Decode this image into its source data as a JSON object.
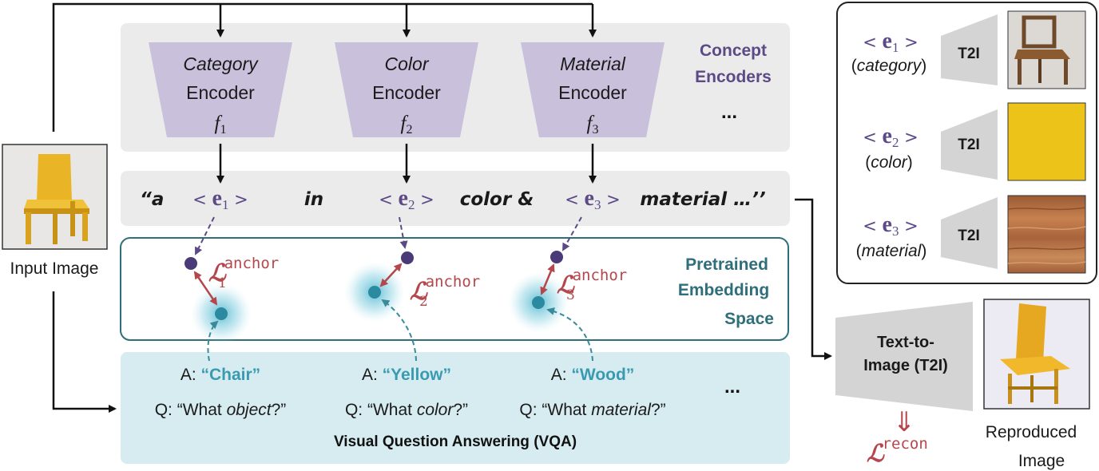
{
  "encoders": [
    {
      "name": "Category",
      "encoder_word": "Encoder",
      "symbol": "f",
      "subscript": "1"
    },
    {
      "name": "Color",
      "encoder_word": "Encoder",
      "symbol": "f",
      "subscript": "2"
    },
    {
      "name": "Material",
      "encoder_word": "Encoder",
      "symbol": "f",
      "subscript": "3"
    }
  ],
  "encoders_ellipsis": "...",
  "concept_encoders_label": [
    "Concept",
    "Encoders"
  ],
  "prompt": {
    "open_quote": "“a",
    "word_in": "in",
    "word_color": "color &",
    "word_material": "material …’’",
    "tokens": [
      {
        "left": "<",
        "e": "e",
        "sub": "1",
        "right": ">"
      },
      {
        "left": "<",
        "e": "e",
        "sub": "2",
        "right": ">"
      },
      {
        "left": "<",
        "e": "e",
        "sub": "3",
        "right": ">"
      }
    ]
  },
  "embedding_space_label": [
    "Pretrained",
    "Embedding",
    "Space"
  ],
  "anchor_losses": [
    {
      "symbol": "ℒ",
      "sub": "1",
      "sup": "anchor"
    },
    {
      "symbol": "ℒ",
      "sub": "2",
      "sup": "anchor"
    },
    {
      "symbol": "ℒ",
      "sub": "3",
      "sup": "anchor"
    }
  ],
  "vqa": {
    "answers": [
      {
        "prefix": "A: ",
        "value": "“Chair”"
      },
      {
        "prefix": "A: ",
        "value": "“Yellow”"
      },
      {
        "prefix": "A: ",
        "value": "“Wood”"
      }
    ],
    "questions": [
      {
        "pre": "Q: “What ",
        "it": "object",
        "post": "?”"
      },
      {
        "pre": "Q: “What ",
        "it": "color",
        "post": "?”"
      },
      {
        "pre": "Q: “What ",
        "it": "material",
        "post": "?”"
      }
    ],
    "ellipsis": "...",
    "title": "Visual Question Answering (VQA)"
  },
  "input_image_label": "Input Image",
  "side_panel": {
    "rows": [
      {
        "token_left": "<",
        "e": "e",
        "sub": "1",
        "token_right": ">",
        "caption": "category",
        "t2i": "T2I"
      },
      {
        "token_left": "<",
        "e": "e",
        "sub": "2",
        "token_right": ">",
        "caption": "color",
        "t2i": "T2I"
      },
      {
        "token_left": "<",
        "e": "e",
        "sub": "3",
        "token_right": ">",
        "caption": "material",
        "t2i": "T2I"
      }
    ]
  },
  "t2i_main": {
    "line1": "Text-to-",
    "line2": "Image (T2I)"
  },
  "recon_arrow": "⇓",
  "recon_loss": {
    "symbol": "ℒ",
    "sup": "recon"
  },
  "reproduced_label": [
    "Reproduced",
    "Image"
  ],
  "colors": {
    "encoder_fill": "#c9c0dc",
    "purple": "#5c4a86",
    "teal": "#2f6f7a",
    "light_teal": "#3a9bb0",
    "red": "#b5474c",
    "gray_panel": "#ebebeb",
    "vqa_panel": "#d6ecf1",
    "chair_yellow": "#e9b526",
    "color_swatch": "#ecc319",
    "wood": "#b06a3c"
  }
}
